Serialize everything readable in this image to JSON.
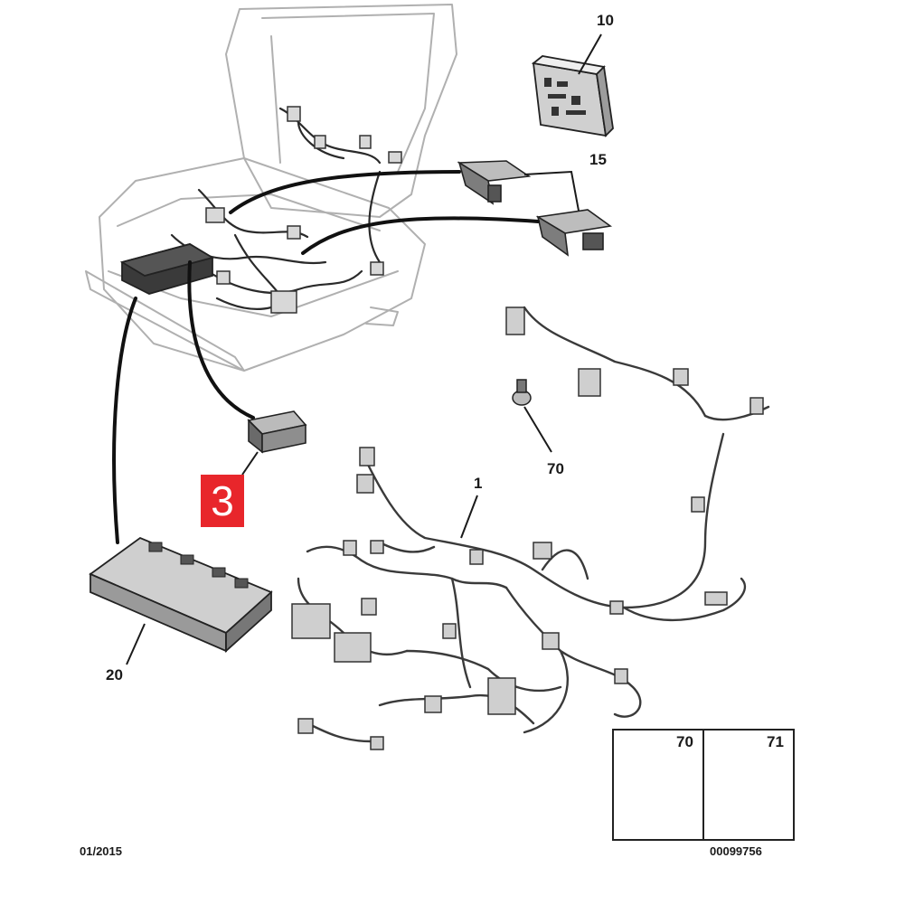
{
  "diagram": {
    "callouts": {
      "part_1": "1",
      "part_3": "3",
      "part_10": "10",
      "part_15": "15",
      "part_20": "20",
      "part_70": "70"
    },
    "inset": {
      "left_label": "70",
      "right_label": "71"
    },
    "footer": {
      "date": "01/2015",
      "reference": "00099756"
    },
    "colors": {
      "highlight": "#e8262b",
      "line": "#1a1a1a",
      "outline": "#9a9a9a"
    }
  }
}
